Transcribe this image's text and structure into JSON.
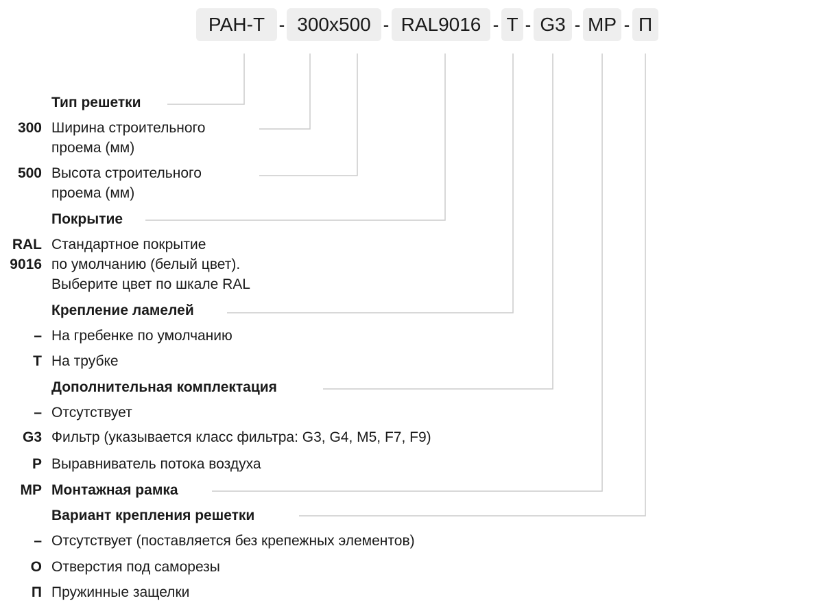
{
  "code_parts": [
    "РАН-Т",
    "300x500",
    "RAL9016",
    "Т",
    "G3",
    "МР",
    "П"
  ],
  "separator": "-",
  "rows": [
    {
      "code": "",
      "text": "Тип решетки",
      "heading": true
    },
    {
      "code": "300",
      "text": "Ширина строительного\nпроема (мм)",
      "heading": false
    },
    {
      "code": "500",
      "text": "Высота строительного\nпроема (мм)",
      "heading": false
    },
    {
      "code": "",
      "text": "Покрытие",
      "heading": true
    },
    {
      "code": "RAL\n9016",
      "text": "Стандартное покрытие\nпо умолчанию (белый цвет).\nВыберите цвет по шкале RAL",
      "heading": false
    },
    {
      "code": "",
      "text": "Крепление ламелей",
      "heading": true
    },
    {
      "code": "–",
      "text": "На гребенке по умолчанию",
      "heading": false
    },
    {
      "code": "Т",
      "text": "На трубке",
      "heading": false
    },
    {
      "code": "",
      "text": "Дополнительная комплектация",
      "heading": true
    },
    {
      "code": "–",
      "text": "Отсутствует",
      "heading": false
    },
    {
      "code": "G3",
      "text": "Фильтр (указывается класс фильтра: G3, G4, M5, F7, F9)",
      "heading": false
    },
    {
      "code": "Р",
      "text": "Выравниватель потока воздуха",
      "heading": false
    },
    {
      "code": "МР",
      "text": "Монтажная рамка",
      "heading": true
    },
    {
      "code": "",
      "text": "Вариант крепления решетки",
      "heading": true
    },
    {
      "code": "–",
      "text": "Отсутствует (поставляется без крепежных элементов)",
      "heading": false
    },
    {
      "code": "О",
      "text": "Отверстия под саморезы",
      "heading": false
    },
    {
      "code": "П",
      "text": "Пружинные защелки",
      "heading": false
    }
  ],
  "colors": {
    "chip_bg": "#eeeeee",
    "connector": "#cccccc",
    "text": "#1a1a1a"
  }
}
